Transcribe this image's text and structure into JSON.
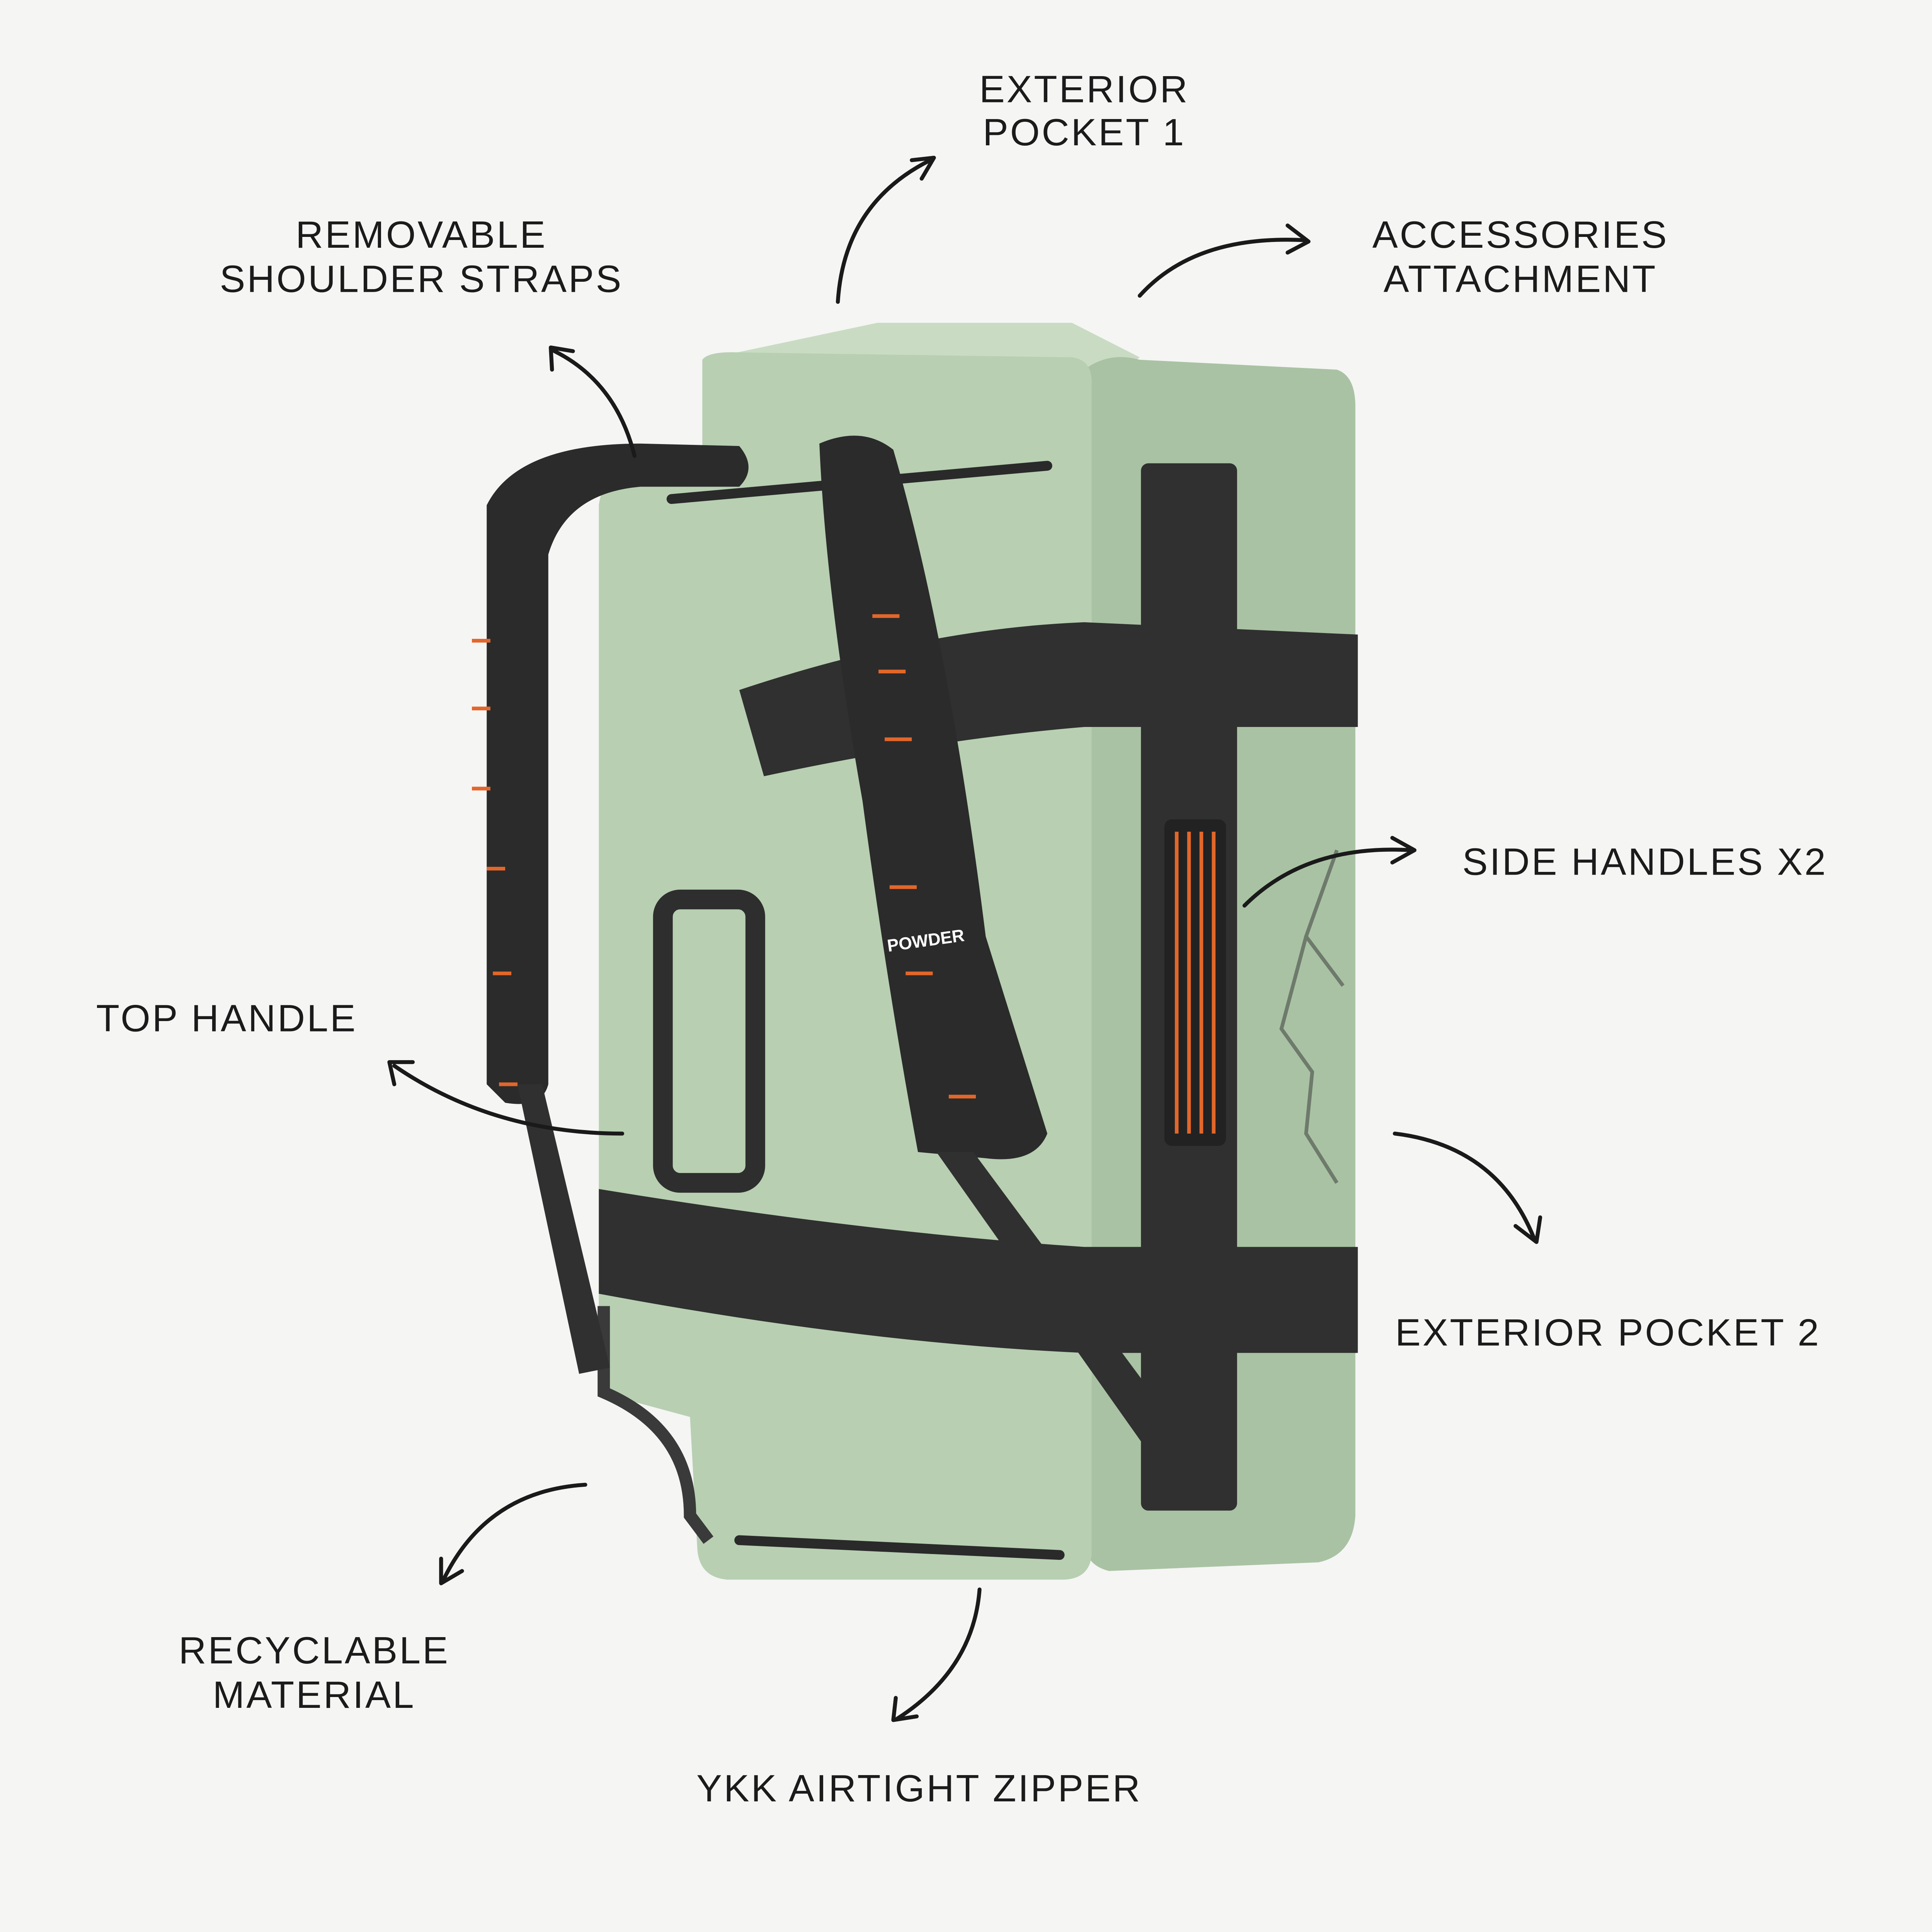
{
  "brand": {
    "strap_logo": "POWDER"
  },
  "colors": {
    "background": "#f5f5f4",
    "bag_green": "#b8cfb2",
    "strap": "#2b2b2b",
    "accent_orange": "#e2672a"
  },
  "labels": {
    "exterior_pocket_1": [
      "EXTERIOR",
      "POCKET 1"
    ],
    "removable_shoulder_straps": [
      "REMOVABLE",
      "SHOULDER STRAPS"
    ],
    "accessories_attachment": [
      "ACCESSORIES",
      "ATTACHMENT"
    ],
    "side_handles": "SIDE HANDLES X2",
    "top_handle": "TOP HANDLE",
    "exterior_pocket_2": "EXTERIOR POCKET 2",
    "recyclable_material": [
      "RECYCLABLE",
      "MATERIAL"
    ],
    "ykk_zipper": "YKK AIRTIGHT ZIPPER"
  }
}
